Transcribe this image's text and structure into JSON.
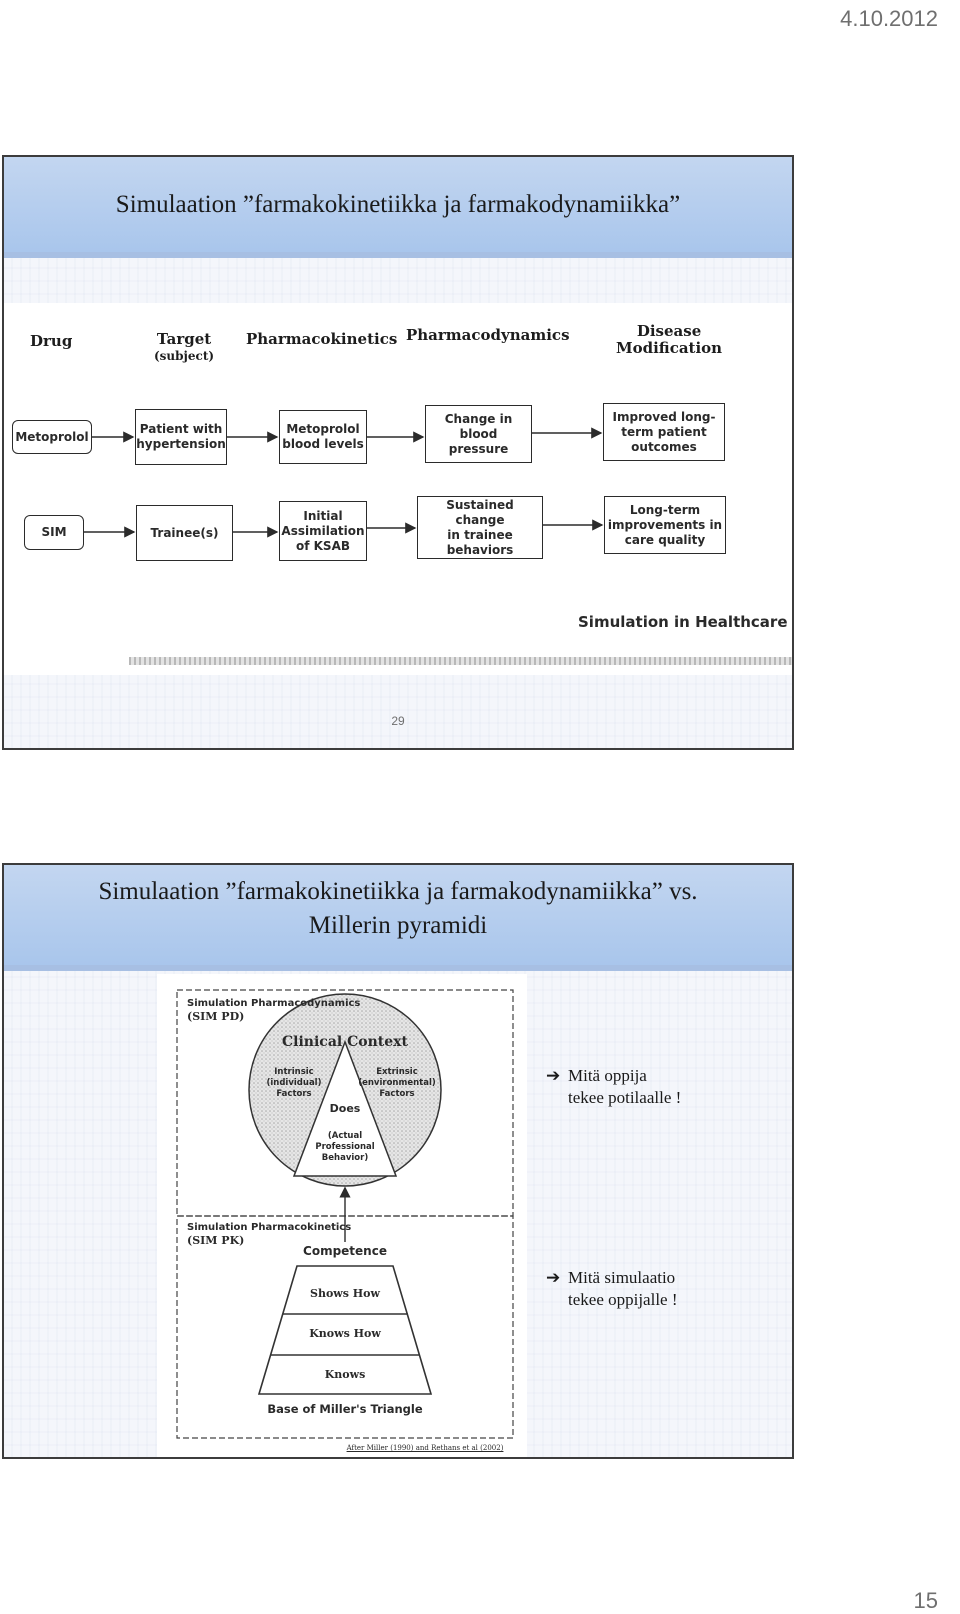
{
  "page": {
    "date": "4.10.2012",
    "page_number": "15"
  },
  "slide1": {
    "title": "Simulaation ”farmakokinetiikka ja farmakodynamiikka”",
    "slide_number": "29",
    "columns": {
      "drug": "Drug",
      "target": "Target",
      "target_sub": "(subject)",
      "pharmacokinetics": "Pharmacokinetics",
      "pharmacodynamics": "Pharmacodynamics",
      "disease_modification": "Disease\nModification"
    },
    "row1": [
      "Metoprolol",
      "Patient with\nhypertension",
      "Metoprolol\nblood levels",
      "Change in\nblood pressure",
      "Improved long-\nterm patient\noutcomes"
    ],
    "row2": [
      "SIM",
      "Trainee(s)",
      "Initial\nAssimilation\nof KSAB",
      "Sustained change\nin trainee\nbehaviors",
      "Long-term\nimprovements in\ncare quality"
    ],
    "caption": "Simulation in Healthcare"
  },
  "slide2": {
    "title_line1": "Simulaation ”farmakokinetiikka ja farmakodynamiikka” vs.",
    "title_line2": "Millerin pyramidi",
    "diagram": {
      "pd_label": "Simulation Pharmacodynamics",
      "pd_abbr": "(SIM PD)",
      "clinical_context": "Clinical Context",
      "intrinsic": "Intrinsic\n(individual)\nFactors",
      "extrinsic": "Extrinsic\n(environmental)\nFactors",
      "does": "Does",
      "actual": "(Actual\nProfessional\nBehavior)",
      "pk_label": "Simulation Pharmacokinetics",
      "pk_abbr": "(SIM PK)",
      "competence": "Competence",
      "shows_how": "Shows How",
      "knows_how": "Knows How",
      "knows": "Knows",
      "base": "Base of Miller's Triangle",
      "citation": "After Miller (1990) and Rethans et al (2002)"
    },
    "bullets": [
      {
        "line1": "Mitä oppija",
        "line2": "tekee potilaalle !"
      },
      {
        "line1": "Mitä simulaatio",
        "line2": "tekee oppijalle !"
      }
    ]
  }
}
